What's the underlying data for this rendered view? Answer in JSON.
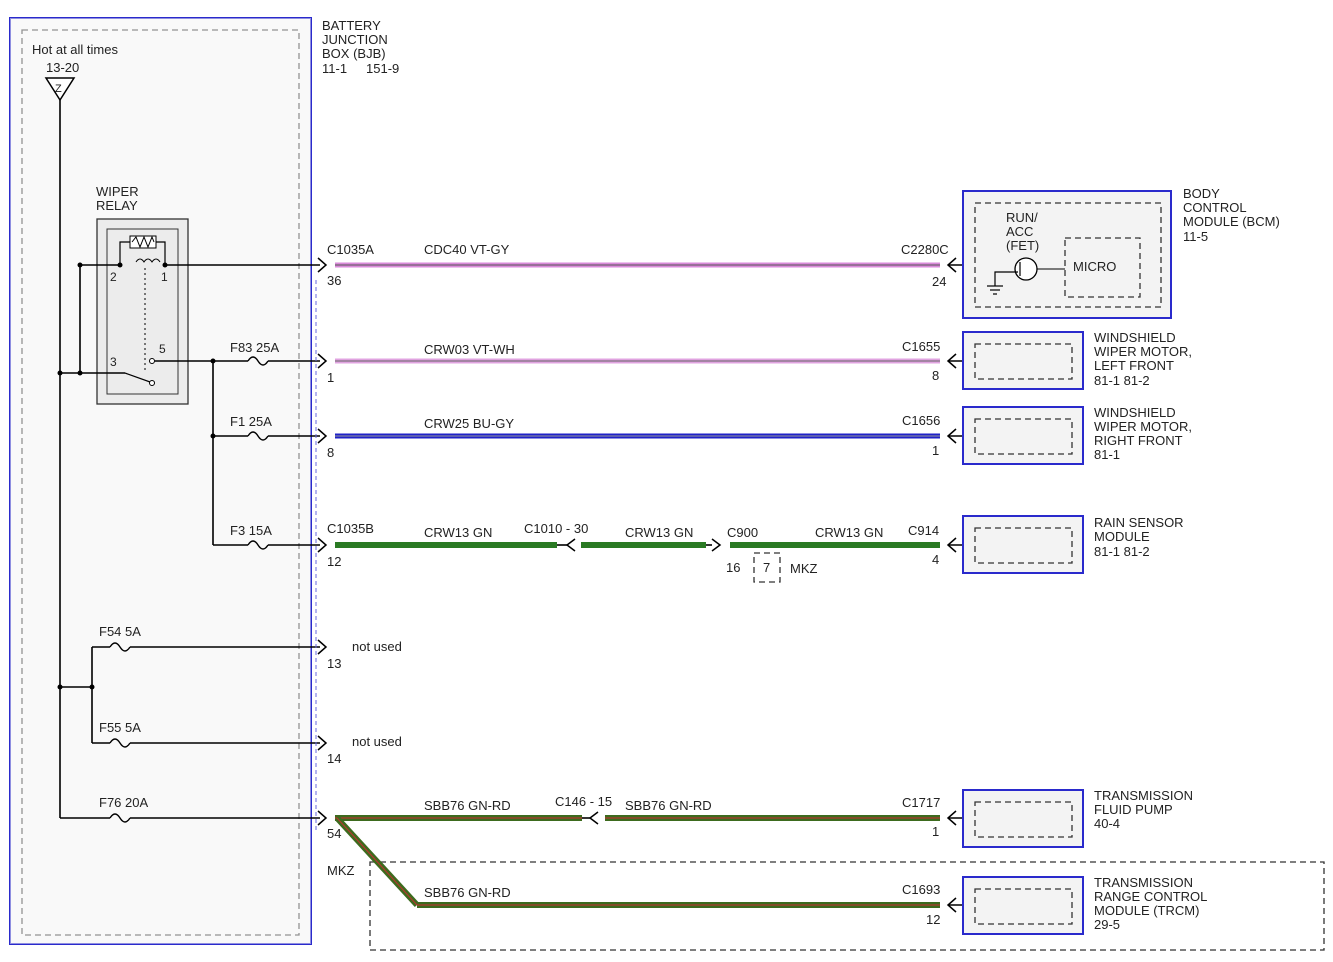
{
  "bjb": {
    "title_line1": "BATTERY",
    "title_line2": "JUNCTION",
    "title_line3": "BOX (BJB)",
    "ref1": "11-1",
    "ref2": "151-9",
    "hot_label": "Hot at all times",
    "hot_ref": "13-20",
    "hot_symbol": "Z"
  },
  "relay": {
    "title_line1": "WIPER",
    "title_line2": "RELAY",
    "pin2": "2",
    "pin1": "1",
    "pin3": "3",
    "pin5": "5"
  },
  "fuses": {
    "f83": "F83   25A",
    "f1": "F1   25A",
    "f3": "F3   15A",
    "f54": "F54   5A",
    "f55": "F55   5A",
    "f76": "F76   20A"
  },
  "circuits": [
    {
      "id": "cdc40",
      "left_conn": "C1035A",
      "left_pin": "36",
      "label": "CDC40   VT-GY",
      "right_conn": "C2280C",
      "right_pin": "24",
      "color": "#d98ad9"
    },
    {
      "id": "crw03",
      "left_conn": "",
      "left_pin": "1",
      "label": "CRW03   VT-WH",
      "right_conn": "C1655",
      "right_pin": "8",
      "color": "#e0a3e0"
    },
    {
      "id": "crw25",
      "left_conn": "",
      "left_pin": "8",
      "label": "CRW25   BU-GY",
      "right_conn": "C1656",
      "right_pin": "1",
      "color": "#1f22c8"
    },
    {
      "id": "crw13",
      "left_conn": "C1035B",
      "left_pin": "12",
      "label": "CRW13   GN",
      "mid1_conn": "C1010  -  30",
      "label2": "CRW13   GN",
      "mid2_conn": "C900",
      "mid2_pin": "16",
      "label3": "CRW13   GN",
      "right_conn": "C914",
      "right_pin": "4",
      "color": "#2a7a23"
    },
    {
      "id": "sbb76",
      "left_pin": "54",
      "label": "SBB76   GN-RD",
      "mid_conn": "C146  -  15",
      "label2": "SBB76   GN-RD",
      "right_conn": "C1717",
      "right_pin": "1",
      "color": "#3d6b1e"
    },
    {
      "id": "sbb76b",
      "label": "SBB76   GN-RD",
      "right_conn": "C1693",
      "right_pin": "12",
      "color": "#3d6b1e"
    }
  ],
  "splice": {
    "num": "7",
    "label": "MKZ"
  },
  "mkz_label": "MKZ",
  "not_used": {
    "pin13": "13",
    "pin14": "14",
    "text": "not used"
  },
  "bcm": {
    "line1": "BODY",
    "line2": "CONTROL",
    "line3": "MODULE (BCM)",
    "ref": "11-5",
    "fet1": "RUN/",
    "fet2": "ACC",
    "fet3": "(FET)",
    "micro": "MICRO"
  },
  "wiper_left": {
    "line1": "WINDSHIELD",
    "line2": "WIPER MOTOR,",
    "line3": "LEFT FRONT",
    "ref": "81-1     81-2"
  },
  "wiper_right": {
    "line1": "WINDSHIELD",
    "line2": "WIPER MOTOR,",
    "line3": "RIGHT FRONT",
    "ref": "81-1"
  },
  "rain": {
    "line1": "RAIN SENSOR",
    "line2": "MODULE",
    "ref": "81-1     81-2"
  },
  "tfp": {
    "line1": "TRANSMISSION",
    "line2": "FLUID PUMP",
    "ref": "40-4"
  },
  "trcm": {
    "line1": "TRANSMISSION",
    "line2": "RANGE CONTROL",
    "line3": "MODULE (TRCM)",
    "ref": "29-5"
  }
}
